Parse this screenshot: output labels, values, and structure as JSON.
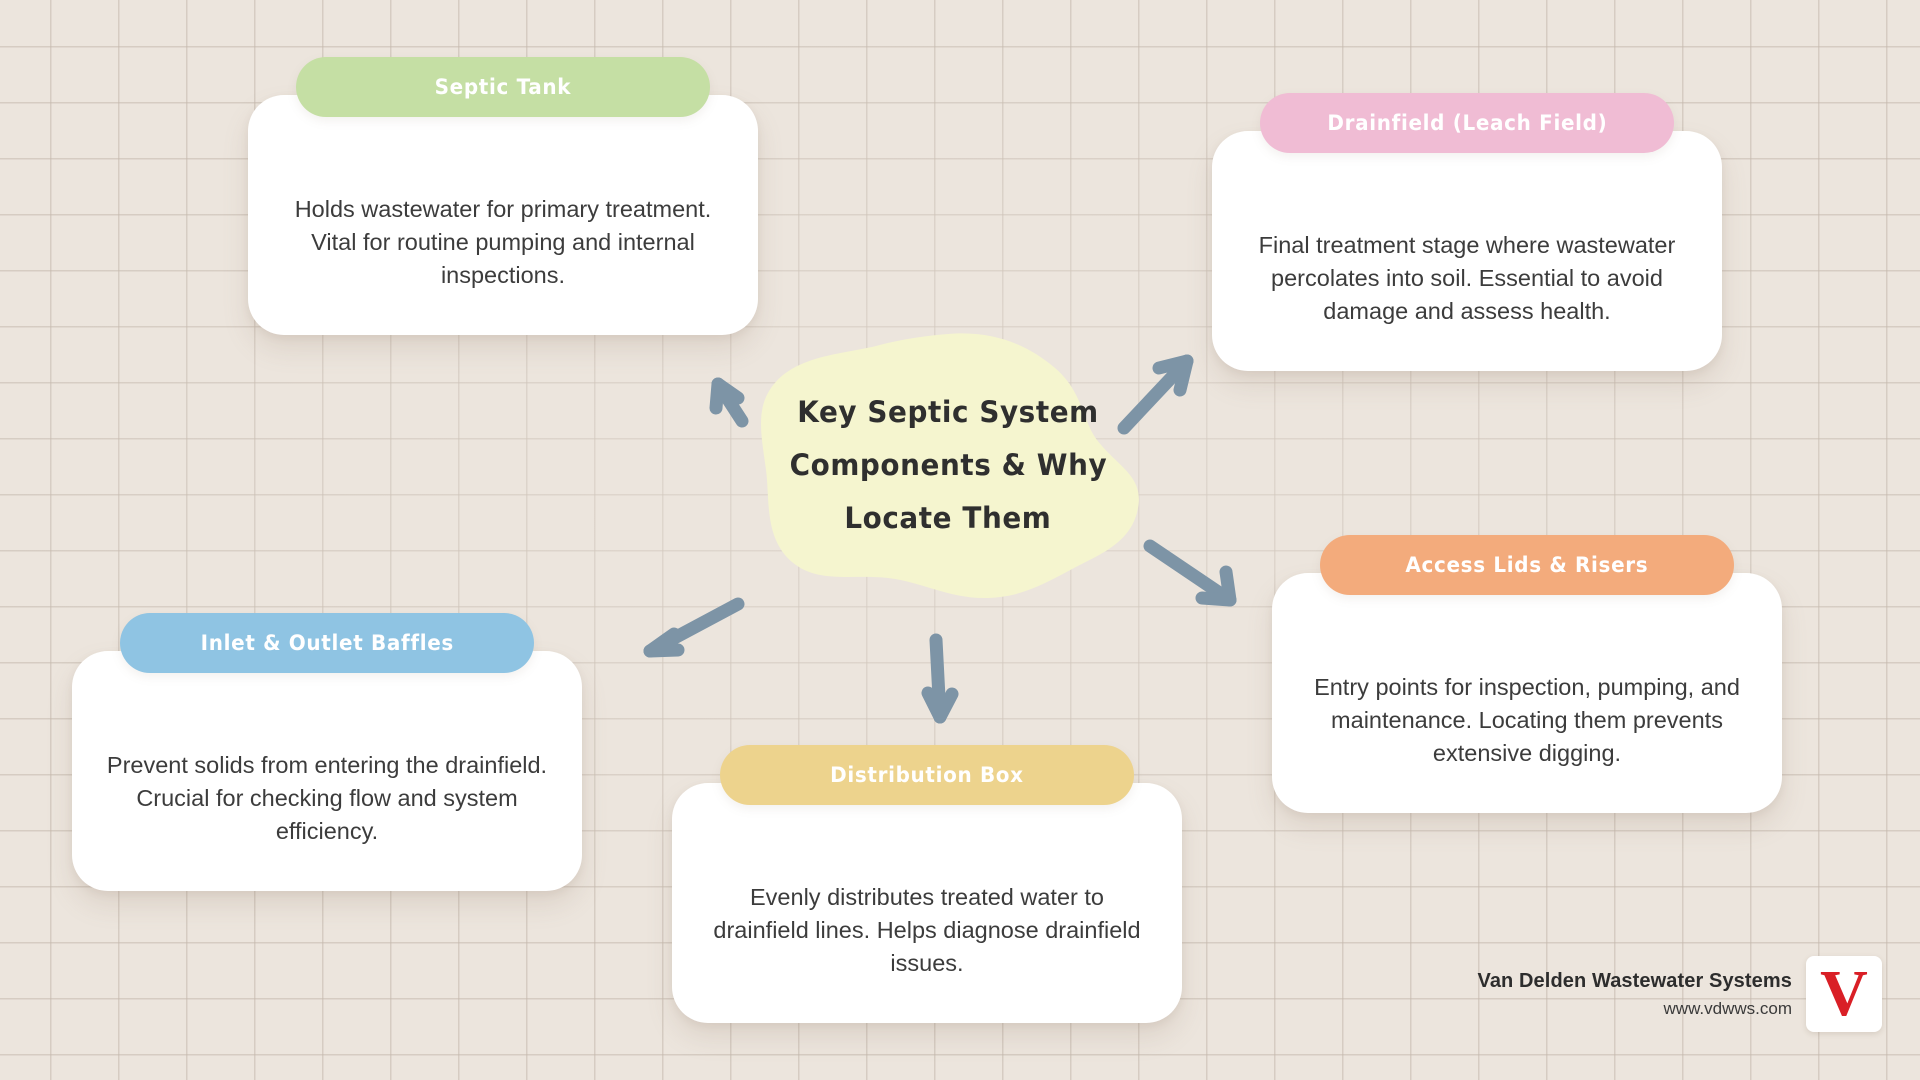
{
  "theme": {
    "background": "#ece5dd",
    "grid_line": "#c4b8ac",
    "arrow_color": "#7d94a6",
    "center_blob": "#f5f5cf",
    "center_text_color": "#2f2f2f",
    "card_background": "#ffffff",
    "body_text_color": "#3c3c3c"
  },
  "center": {
    "title_lines": [
      "Key Septic System",
      "Components & Why",
      "Locate Them"
    ],
    "shape": "organic-blob"
  },
  "cards": [
    {
      "id": "septic-tank",
      "title": "Septic Tank",
      "description": "Holds wastewater for primary treatment. Vital for routine pumping and internal inspections.",
      "header_color": "#c5dfa4"
    },
    {
      "id": "drainfield",
      "title": "Drainfield (Leach Field)",
      "description": "Final treatment stage where wastewater percolates into soil. Essential to avoid damage and assess health.",
      "header_color": "#f0bcd4"
    },
    {
      "id": "access-lids",
      "title": "Access Lids & Risers",
      "description": "Entry points for inspection, pumping, and maintenance. Locating them prevents extensive digging.",
      "header_color": "#f3ab7c"
    },
    {
      "id": "baffles",
      "title": "Inlet & Outlet Baffles",
      "description": "Prevent solids from entering the drainfield. Crucial for checking flow and system efficiency.",
      "header_color": "#8fc4e3"
    },
    {
      "id": "distribution-box",
      "title": "Distribution Box",
      "description": "Evenly distributes treated water to drainfield lines. Helps diagnose drainfield issues.",
      "header_color": "#edd38d"
    }
  ],
  "arrows": [
    {
      "id": "arrow-to-septic-tank",
      "direction": "up-left",
      "target": "septic-tank"
    },
    {
      "id": "arrow-to-drainfield",
      "direction": "up-right",
      "target": "drainfield"
    },
    {
      "id": "arrow-to-access-lids",
      "direction": "down-right",
      "target": "access-lids"
    },
    {
      "id": "arrow-to-baffles",
      "direction": "down-left",
      "target": "baffles"
    },
    {
      "id": "arrow-to-distribution-box",
      "direction": "down",
      "target": "distribution-box"
    }
  ],
  "brand": {
    "name": "Van Delden Wastewater Systems",
    "url": "www.vdwws.com",
    "logo_letter": "V",
    "logo_color": "#d91f26"
  }
}
